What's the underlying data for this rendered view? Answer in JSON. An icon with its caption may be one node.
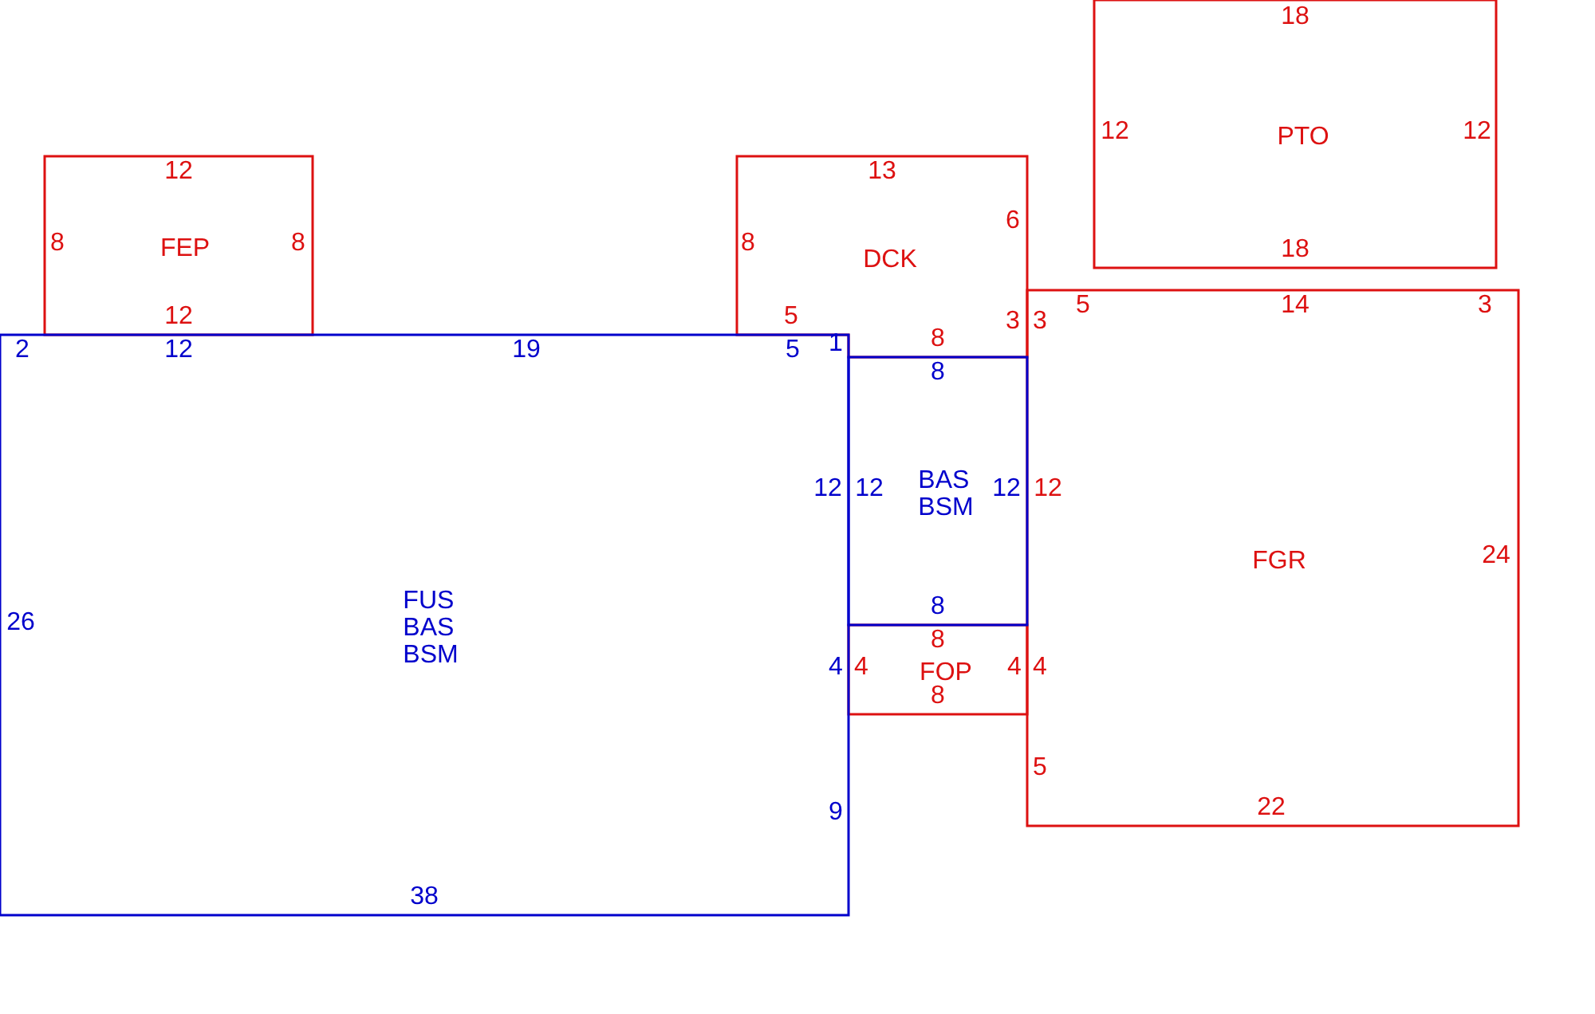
{
  "diagram": {
    "nodes": [
      {
        "text": [
          "PTO"
        ]
      },
      {
        "text": [
          "FEP"
        ]
      },
      {
        "text": [
          "DCK"
        ]
      },
      {
        "text": [
          "FGR"
        ]
      },
      {
        "text": [
          "FUS BAS BSM"
        ]
      },
      {
        "text": [
          "BAS BSM"
        ]
      },
      {
        "text": [
          "FOP"
        ]
      }
    ],
    "labels": [
      "18",
      "12",
      "12",
      "12",
      "13",
      "6",
      "8",
      "8",
      "8",
      "18",
      "5",
      "14",
      "3",
      "12",
      "5",
      "3",
      "3",
      "8",
      "2",
      "12",
      "19",
      "5",
      "1",
      "8",
      "12",
      "12",
      "12",
      "12",
      "24",
      "8",
      "26",
      "8",
      "4",
      "4",
      "4",
      "4",
      "8",
      "5",
      "9",
      "22",
      "38"
    ]
  }
}
